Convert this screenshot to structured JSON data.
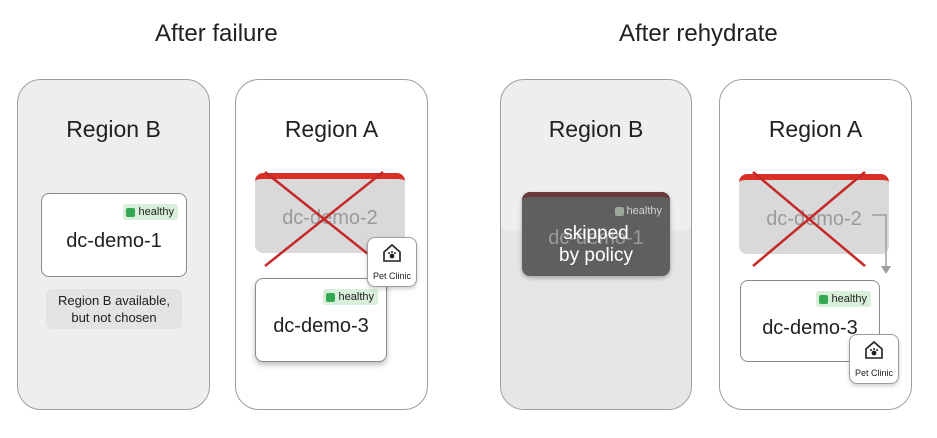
{
  "left": {
    "heading": "After failure",
    "region_b": {
      "title": "Region B",
      "card": {
        "name": "dc-demo-1",
        "badge": "healthy"
      },
      "note_line1": "Region B available,",
      "note_line2": "but not chosen"
    },
    "region_a": {
      "title": "Region A",
      "failed_card": {
        "name": "dc-demo-2"
      },
      "card": {
        "name": "dc-demo-3",
        "badge": "healthy"
      },
      "pet_clinic_label": "Pet Clinic"
    }
  },
  "right": {
    "heading": "After rehydrate",
    "region_b": {
      "title": "Region B",
      "skipped_card": {
        "ghost_name": "dc-demo-1",
        "badge": "healthy",
        "line1": "skipped",
        "line2": "by policy"
      }
    },
    "region_a": {
      "title": "Region A",
      "failed_card": {
        "name": "dc-demo-2"
      },
      "card": {
        "name": "dc-demo-3",
        "badge": "healthy"
      },
      "pet_clinic_label": "Pet Clinic"
    }
  },
  "colors": {
    "failed_stripe": "#d93025",
    "cross": "#c62828",
    "healthy_bg": "#d8efd9",
    "healthy_dot": "#34a853",
    "skipped_card": "#5f5f5f",
    "arrow": "#9e9e9e"
  }
}
